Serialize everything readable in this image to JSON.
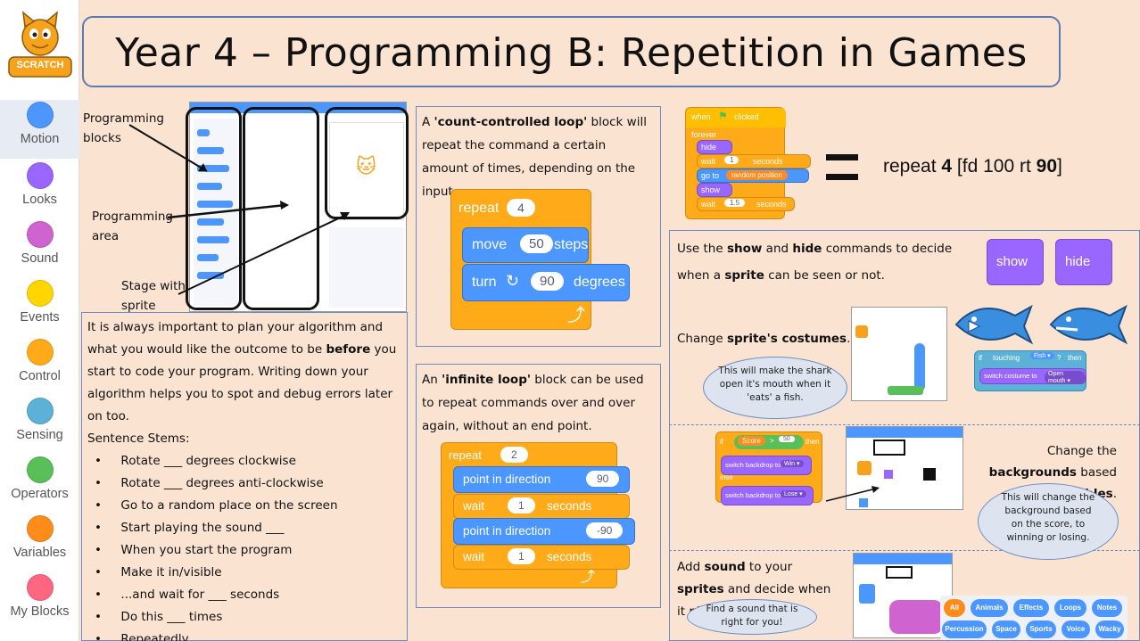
{
  "title": "Year 4 – Programming B: Repetition in Games",
  "sidebar": {
    "categories": [
      {
        "label": "Motion",
        "color": "#4c97ff"
      },
      {
        "label": "Looks",
        "color": "#9966ff"
      },
      {
        "label": "Sound",
        "color": "#cf63cf"
      },
      {
        "label": "Events",
        "color": "#ffd500"
      },
      {
        "label": "Control",
        "color": "#ffab19"
      },
      {
        "label": "Sensing",
        "color": "#5cb1d6"
      },
      {
        "label": "Operators",
        "color": "#59c059"
      },
      {
        "label": "Variables",
        "color": "#ff8c1a"
      },
      {
        "label": "My Blocks",
        "color": "#ff6680"
      }
    ],
    "logo_text": "SCRATCH"
  },
  "labels": {
    "programming_blocks": "Programming blocks",
    "programming_area": "Programming area",
    "stage": "Stage with sprite"
  },
  "plan": {
    "intro_1": "It is always important to plan your algorithm and what you would like the outcome to be ",
    "intro_bold": "before",
    "intro_2": " you start to code your program. Writing down your algorithm helps you to spot and debug errors later on too.",
    "stems_heading": "Sentence Stems:",
    "stems": [
      "Rotate ___ degrees clockwise",
      "Rotate ___ degrees anti-clockwise",
      "Go to a random place on the screen",
      "Start playing the sound ___",
      "When you start the program",
      "Make it in/visible",
      "...and wait for ___ seconds",
      "Do this ___ times",
      "Repeatedly"
    ]
  },
  "count_loop": {
    "text_1": "A ",
    "bold": "'count-controlled loop'",
    "text_2": " block will repeat the command a certain amount of times, depending on the input.",
    "repeat": "repeat",
    "repeat_n": "4",
    "move": "move",
    "move_n": "50",
    "steps": "steps",
    "turn": "turn",
    "turn_n": "90",
    "degrees": "degrees"
  },
  "infinite_loop": {
    "text_1": "An ",
    "bold": "'infinite loop'",
    "text_2": " block can be used to repeat commands over and over again, without an end point.",
    "repeat": "repeat",
    "repeat_n": "2",
    "point": "point in direction",
    "point_n1": "90",
    "point_n2": "-90",
    "wait": "wait",
    "wait_n": "1",
    "seconds": "seconds"
  },
  "script_top": {
    "when": "when",
    "clicked": "clicked",
    "forever": "forever",
    "hide": "hide",
    "wait": "wait",
    "wait_n1": "1",
    "seconds": "seconds",
    "goto": "go to",
    "random": "random position",
    "show": "show",
    "wait_n2": "1.5"
  },
  "equation": {
    "equals": "=",
    "prefix": "repeat ",
    "n": "4",
    "middle": " [fd 100 rt ",
    "n2": "90",
    "suffix": "]"
  },
  "show_hide": {
    "t1": "Use the ",
    "show": "show",
    "t2": " and ",
    "hide": "hide",
    "t3": " commands to decide when a ",
    "sprite": "sprite",
    "t4": " can be seen or not.",
    "btn_show": "show",
    "btn_hide": "hide"
  },
  "costumes": {
    "t1": "Change ",
    "bold": "sprite's costumes",
    "t2": ".",
    "bubble": "This will make the shark open it's mouth when it 'eats' a fish.",
    "touching": "touching",
    "fish": "Fish ▾",
    "q": "?",
    "then": "then",
    "if": "if",
    "switch": "switch costume to",
    "open": "Open mouth ▾"
  },
  "backgrounds": {
    "t1": "Change the ",
    "bold1": "backgrounds",
    "t2": " based on ",
    "bold2": "variables",
    "t3": ".",
    "bubble": "This will change the background based on the score, to winning or losing.",
    "if": "if",
    "score": "Score",
    "gt": ">",
    "n": "50",
    "then": "then",
    "switch": "switch backdrop to",
    "win": "Win ▾",
    "else": "else",
    "lose": "Lose ▾"
  },
  "sound": {
    "t1": "Add ",
    "bold1": "sound",
    "t2": " to your ",
    "bold2": "sprites",
    "t3": " and decide when it plays.",
    "bubble": "Find a sound that is right for you!",
    "tags": [
      "All",
      "Animals",
      "Effects",
      "Loops",
      "Notes",
      "Percussion",
      "Space",
      "Sports",
      "Voice",
      "Wacky"
    ]
  }
}
